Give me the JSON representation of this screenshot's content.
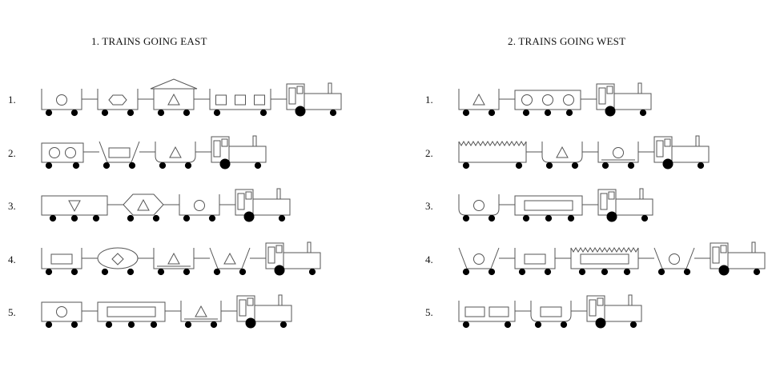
{
  "panels": [
    {
      "title": "1. TRAINS GOING EAST",
      "rows": [
        {
          "label": "1.",
          "cars": [
            {
              "shape": "open-rect",
              "load": "circle",
              "load_count": 1,
              "wheels": 2
            },
            {
              "shape": "open-rect",
              "load": "hexagon",
              "load_count": 1,
              "wheels": 2
            },
            {
              "shape": "house-roof",
              "load": "triangle",
              "load_count": 1,
              "wheels": 2
            },
            {
              "shape": "open-rect",
              "load": "rectangle",
              "load_count": 3,
              "wheels": 2
            }
          ]
        },
        {
          "label": "2.",
          "cars": [
            {
              "shape": "closed-rect",
              "load": "circle",
              "load_count": 2,
              "wheels": 2
            },
            {
              "shape": "trapezoid",
              "load": "rectangle",
              "load_count": 1,
              "wheels": 2
            },
            {
              "shape": "u-shaped",
              "load": "triangle",
              "load_count": 1,
              "wheels": 2
            }
          ]
        },
        {
          "label": "3.",
          "cars": [
            {
              "shape": "closed-rect",
              "load": "inverted-triangle",
              "load_count": 1,
              "wheels": 3
            },
            {
              "shape": "hexagon",
              "load": "triangle",
              "load_count": 1,
              "wheels": 2
            },
            {
              "shape": "open-rect",
              "load": "circle",
              "load_count": 1,
              "wheels": 2
            }
          ]
        },
        {
          "label": "4.",
          "cars": [
            {
              "shape": "open-rect",
              "load": "rectangle",
              "load_count": 1,
              "wheels": 2
            },
            {
              "shape": "ellipse",
              "load": "diamond",
              "load_count": 1,
              "wheels": 2
            },
            {
              "shape": "double-rect",
              "load": "triangle",
              "load_count": 1,
              "wheels": 2
            },
            {
              "shape": "trapezoid",
              "load": "triangle",
              "load_count": 1,
              "wheels": 2
            }
          ]
        },
        {
          "label": "5.",
          "cars": [
            {
              "shape": "closed-rect",
              "load": "circle",
              "load_count": 1,
              "wheels": 2
            },
            {
              "shape": "closed-rect",
              "load": "rectangle",
              "load_count": 1,
              "wheels": 3
            },
            {
              "shape": "double-rect",
              "load": "triangle",
              "load_count": 1,
              "wheels": 2
            }
          ]
        }
      ]
    },
    {
      "title": "2. TRAINS GOING WEST",
      "rows": [
        {
          "label": "1.",
          "cars": [
            {
              "shape": "open-rect",
              "load": "triangle",
              "load_count": 1,
              "wheels": 2
            },
            {
              "shape": "closed-rect",
              "load": "circle",
              "load_count": 3,
              "wheels": 3
            }
          ]
        },
        {
          "label": "2.",
          "cars": [
            {
              "shape": "jagged-top",
              "load": "none",
              "load_count": 0,
              "wheels": 2
            },
            {
              "shape": "u-shaped",
              "load": "triangle",
              "load_count": 1,
              "wheels": 2
            },
            {
              "shape": "double-rect",
              "load": "circle",
              "load_count": 1,
              "wheels": 2
            }
          ]
        },
        {
          "label": "3.",
          "cars": [
            {
              "shape": "u-shaped",
              "load": "circle",
              "load_count": 1,
              "wheels": 2
            },
            {
              "shape": "closed-rect",
              "load": "rectangle",
              "load_count": 1,
              "wheels": 3
            }
          ]
        },
        {
          "label": "4.",
          "cars": [
            {
              "shape": "trapezoid",
              "load": "circle",
              "load_count": 1,
              "wheels": 2
            },
            {
              "shape": "open-rect",
              "load": "rectangle",
              "load_count": 1,
              "wheels": 2
            },
            {
              "shape": "jagged-top",
              "load": "rectangle",
              "load_count": 1,
              "wheels": 3
            },
            {
              "shape": "trapezoid",
              "load": "circle",
              "load_count": 1,
              "wheels": 2
            }
          ]
        },
        {
          "label": "5.",
          "cars": [
            {
              "shape": "open-rect",
              "load": "rectangle",
              "load_count": 2,
              "wheels": 2
            },
            {
              "shape": "u-shaped",
              "load": "rectangle",
              "load_count": 1,
              "wheels": 2
            }
          ]
        }
      ]
    }
  ]
}
